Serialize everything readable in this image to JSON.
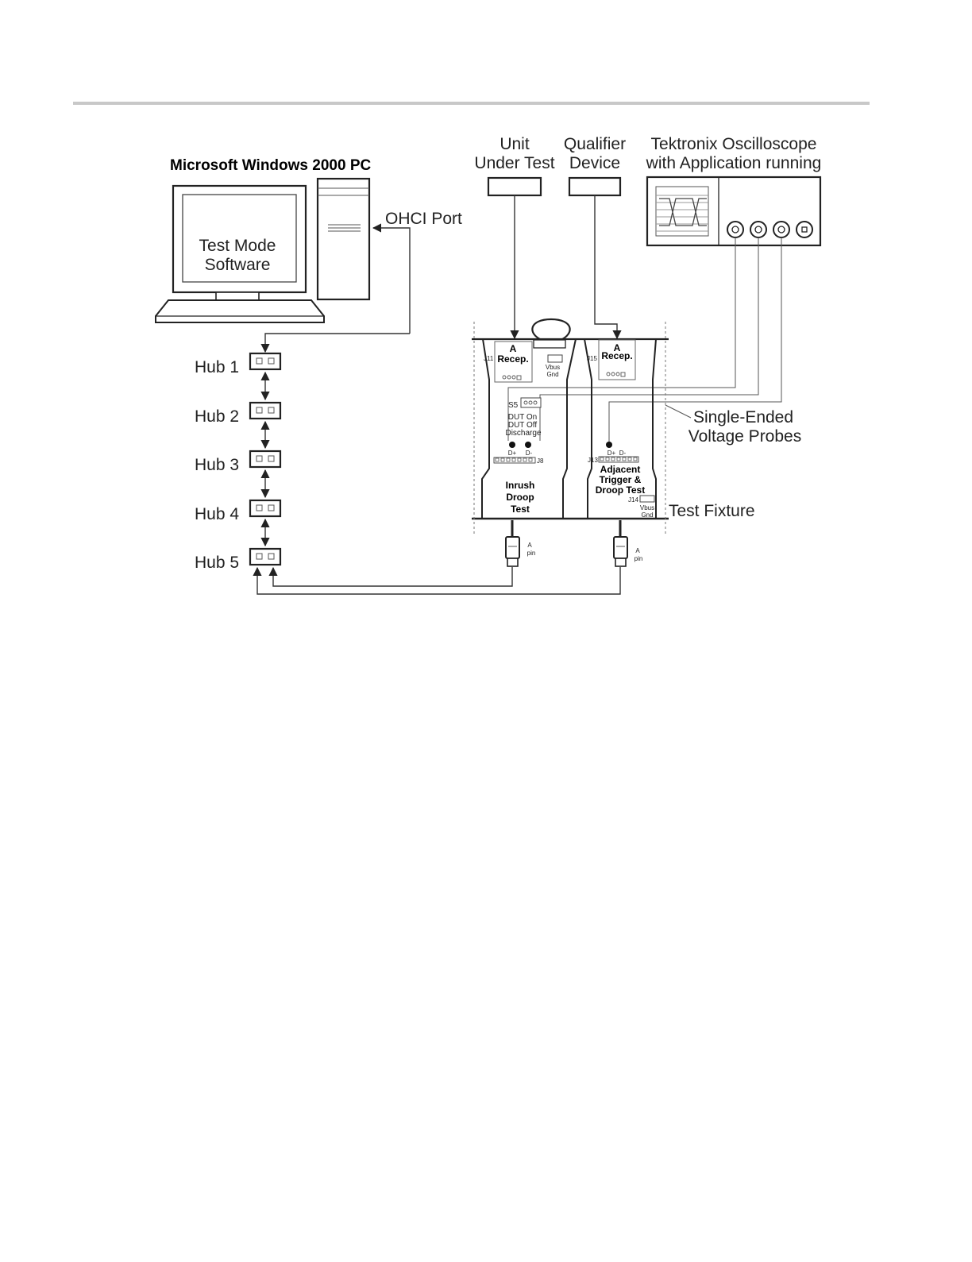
{
  "diagram": {
    "pc_title": "Microsoft Windows 2000 PC",
    "software_line1": "Test Mode",
    "software_line2": "Software",
    "ohci_port": "OHCI Port",
    "uut_line1": "Unit",
    "uut_line2": "Under Test",
    "qualifier_line1": "Qualifier",
    "qualifier_line2": "Device",
    "scope_line1": "Tektronix Oscilloscope",
    "scope_line2": "with Application running",
    "hubs": [
      "Hub 1",
      "Hub 2",
      "Hub 3",
      "Hub 4",
      "Hub 5"
    ],
    "probes_line1": "Single-Ended",
    "probes_line2": "Voltage Probes",
    "test_fixture": "Test Fixture",
    "left_board": {
      "recep_a": "A",
      "recep": "Recep.",
      "j11": "J11",
      "vbus": "Vbus",
      "gnd": "Gnd",
      "s5": "S5",
      "dut_on": "DUT On",
      "dut_off": "DUT Off",
      "discharge": "Discharge",
      "dplus": "D+",
      "dminus": "D-",
      "j8": "J8",
      "name1": "Inrush",
      "name2": "Droop",
      "name3": "Test"
    },
    "right_board": {
      "recep_a": "A",
      "recep": "Recep.",
      "j15": "J15",
      "dplus": "D+",
      "dminus": "D-",
      "j13": "J13",
      "name1": "Adjacent",
      "name2": "Trigger &",
      "name3": "Droop Test",
      "j14": "J14",
      "vbus": "Vbus",
      "gnd": "Gnd"
    },
    "plug_left_1": "A",
    "plug_left_2": "pin",
    "plug_right_1": "A",
    "plug_right_2": "pin"
  }
}
